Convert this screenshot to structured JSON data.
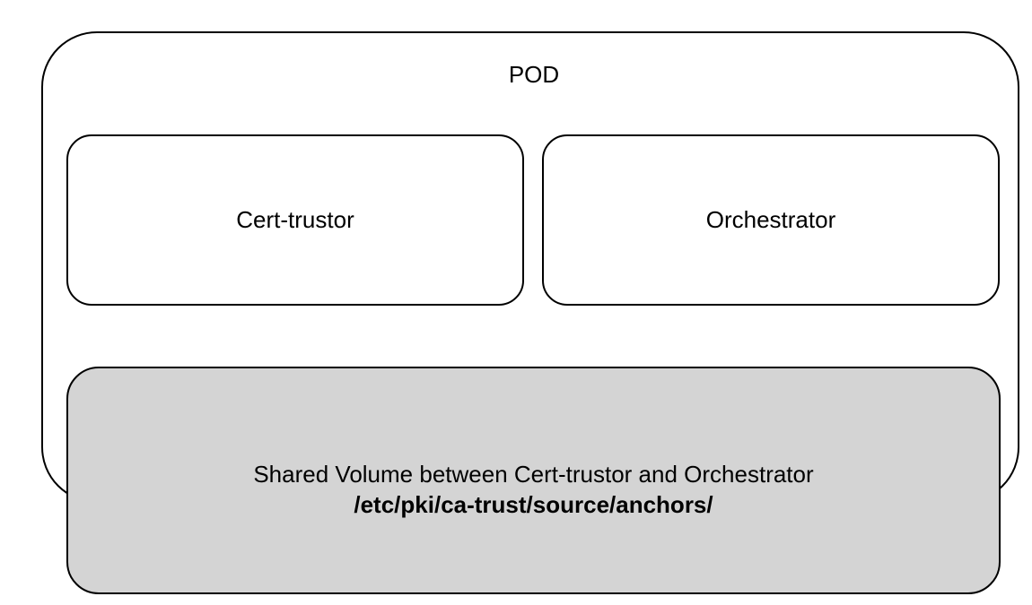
{
  "pod": {
    "title": "POD"
  },
  "containers": {
    "left_label": "Cert-trustor",
    "right_label": "Orchestrator"
  },
  "shared_volume": {
    "description": "Shared Volume between Cert-trustor and Orchestrator",
    "path": "/etc/pki/ca-trust/source/anchors/"
  },
  "colors": {
    "volume_fill": "#d4d4d4",
    "border": "#000000",
    "box_fill": "#ffffff"
  }
}
